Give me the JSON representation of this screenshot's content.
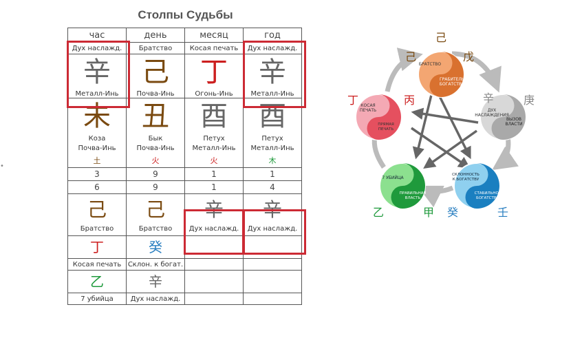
{
  "table": {
    "title": "Столпы Судьбы",
    "columns": [
      "час",
      "день",
      "месяц",
      "год"
    ],
    "gods_top": [
      "Дух наслажд.",
      "Братство",
      "Косая печать",
      "Дух наслажд."
    ],
    "stems": [
      {
        "char": "辛",
        "element": "Металл-Инь",
        "color": "#666666"
      },
      {
        "char": "己",
        "element": "Почва-Инь",
        "color": "#7a4a10"
      },
      {
        "char": "丁",
        "element": "Огонь-Инь",
        "color": "#cc1f1f"
      },
      {
        "char": "辛",
        "element": "Металл-Инь",
        "color": "#666666"
      }
    ],
    "branches": [
      {
        "char": "未",
        "animal": "Коза",
        "element": "Почва-Инь",
        "elem_char": "土",
        "color": "#7a4a10"
      },
      {
        "char": "丑",
        "animal": "Бык",
        "element": "Почва-Инь",
        "elem_char": "火",
        "color": "#7a4a10"
      },
      {
        "char": "酉",
        "animal": "Петух",
        "element": "Металл-Инь",
        "elem_char": "火",
        "color": "#666666"
      },
      {
        "char": "酉",
        "animal": "Петух",
        "element": "Металл-Инь",
        "elem_char": "木",
        "color": "#666666"
      }
    ],
    "num_row1": [
      "3",
      "9",
      "1",
      "1"
    ],
    "num_row2": [
      "6",
      "9",
      "1",
      "4"
    ],
    "hidden1": [
      {
        "char": "己",
        "god": "Братство"
      },
      {
        "char": "己",
        "god": "Братство"
      },
      {
        "char": "辛",
        "god": "Дух наслажд."
      },
      {
        "char": "辛",
        "god": "Дух наслажд."
      }
    ],
    "hidden2": [
      {
        "char": "丁",
        "god": "Косая печать"
      },
      {
        "char": "癸",
        "god": "Склон. к богат."
      }
    ],
    "hidden3": [
      {
        "char": "乙",
        "god": "7 убийца"
      },
      {
        "char": "辛",
        "god": "Дух наслажд."
      }
    ]
  },
  "colors": {
    "highlight": "#cc2a34",
    "fire": "#cc1f1f",
    "earth": "#7a4a10",
    "metal": "#666666",
    "water": "#2a7fc0",
    "wood": "#1f9a3c"
  },
  "diagram": {
    "top": {
      "line1": "БРАТСТВО",
      "line2a": "ГРАБИТЕЛЬ",
      "line2b": "БОГАТСТВА",
      "stem_yin": "己",
      "stem_yang": "戊"
    },
    "right": {
      "line1a": "ДУХ",
      "line1b": "НАСЛАЖДЕНИЯ",
      "line2a": "ВЫЗОВ",
      "line2b": "ВЛАСТИ",
      "stem_yin": "辛",
      "stem_yang": "庚"
    },
    "bottom_right": {
      "line1a": "СКЛОННОСТЬ",
      "line1b": "К БОГАТСТВУ",
      "line2a": "СТАБИЛЬНОЕ",
      "line2b": "БОГАТСТВО",
      "stem_yin": "癸",
      "stem_yang": "壬"
    },
    "bottom_left": {
      "line1": "7 УБИЙЦА",
      "line2a": "ПРАВИЛЬНАЯ",
      "line2b": "ВЛАСТЬ",
      "stem_yin": "乙",
      "stem_yang": "甲"
    },
    "left": {
      "line1a": "КОСАЯ",
      "line1b": "ПЕЧАТЬ",
      "line2a": "ПРЯМАЯ",
      "line2b": "ПЕЧАТЬ",
      "stem_yin": "丁",
      "stem_yang": "丙"
    }
  }
}
